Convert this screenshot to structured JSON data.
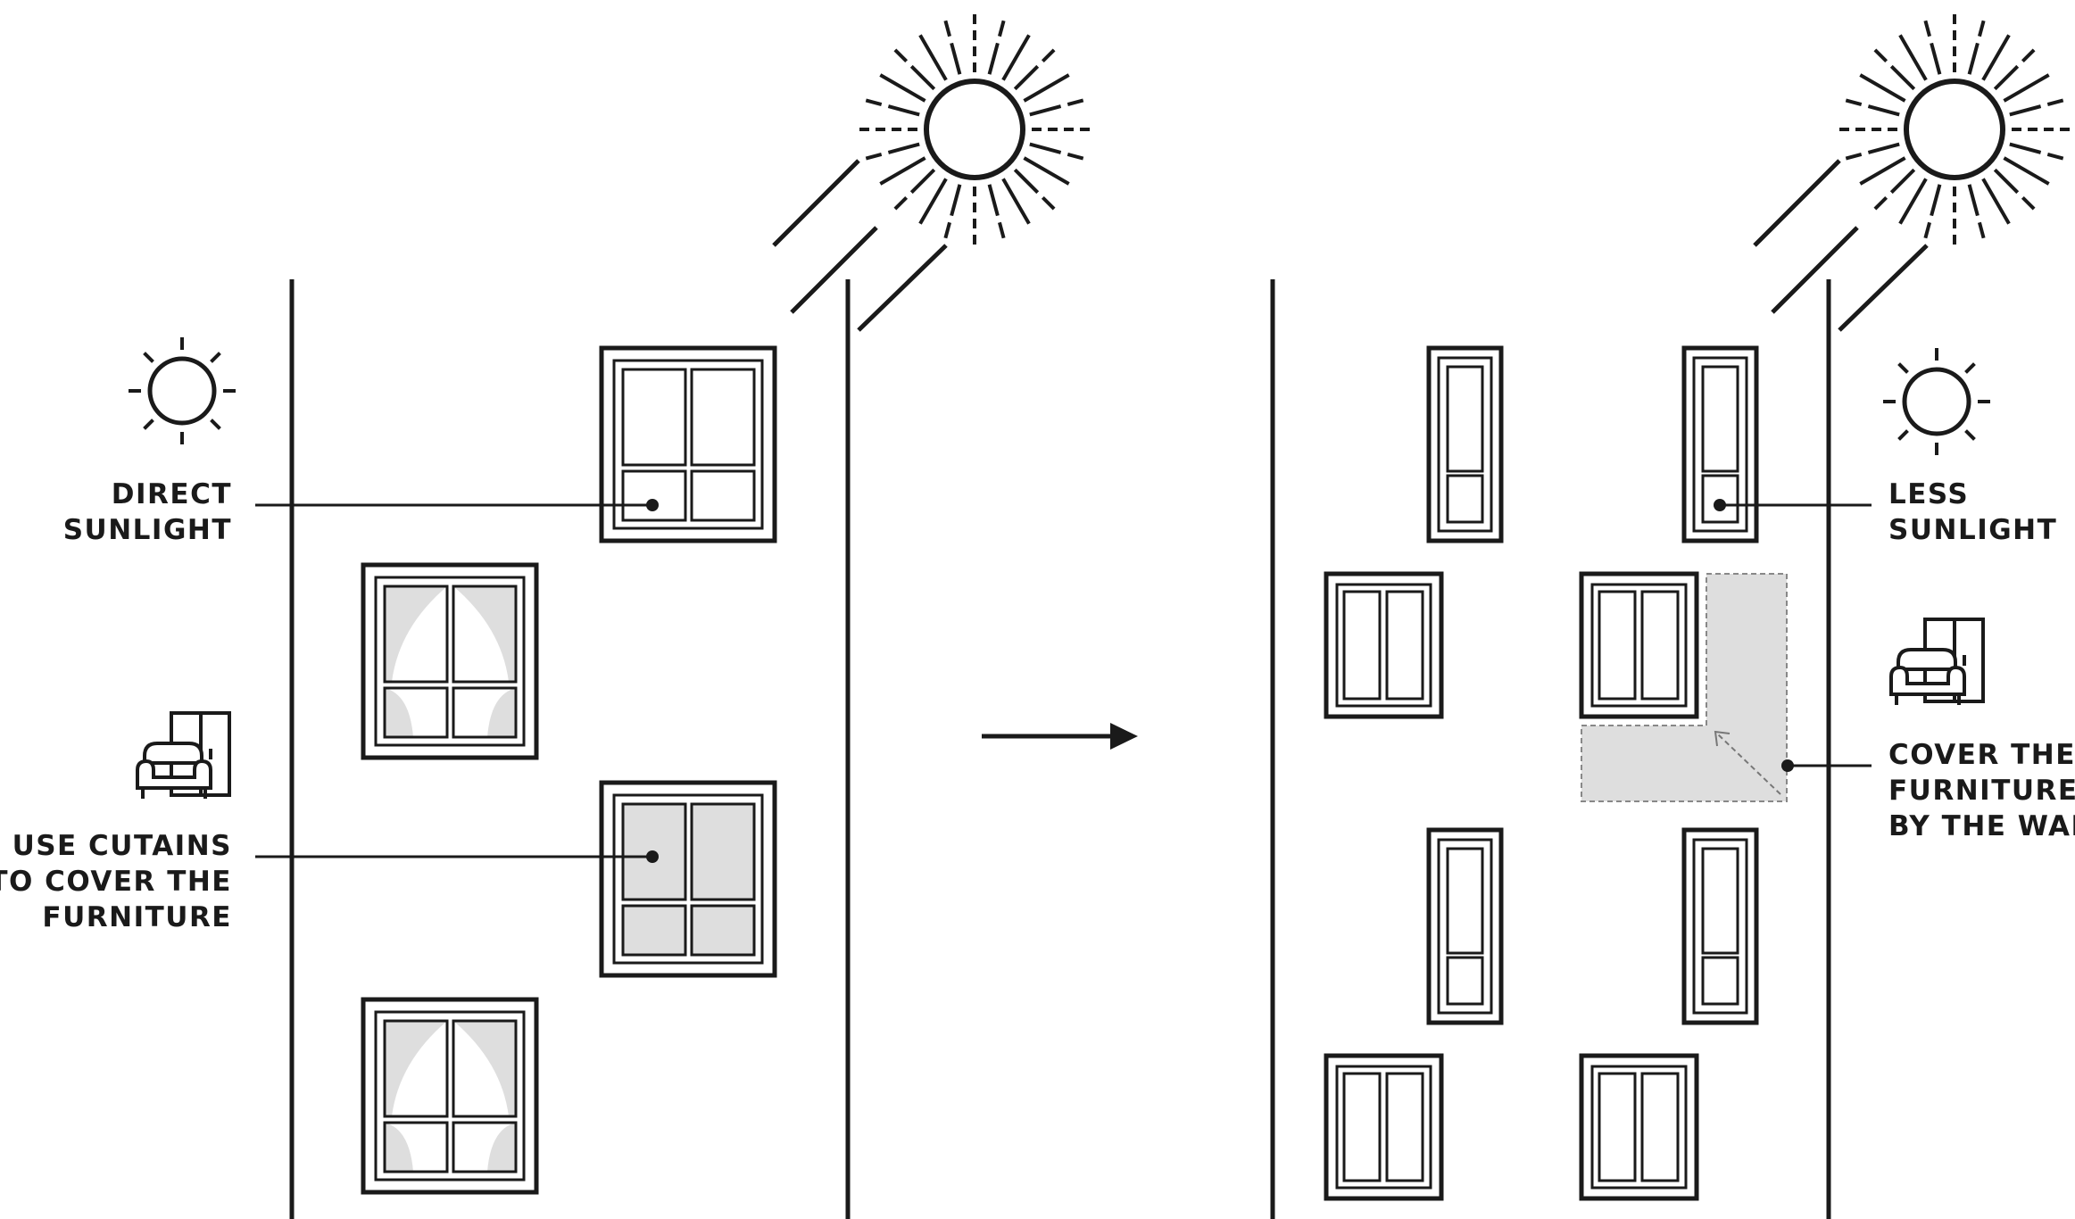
{
  "labels": {
    "direct_sunlight": [
      "DIRECT",
      "SUNLIGHT"
    ],
    "use_curtains": [
      "USE CUTAINS",
      "TO COVER THE",
      "FURNITURE"
    ],
    "less_sunlight": [
      "LESS",
      "SUNLIGHT"
    ],
    "cover_furniture": [
      "COVER THE",
      "FURNITURE",
      "BY THE WALL"
    ]
  },
  "colors": {
    "ink": "#1a1a1a",
    "shade": "#dedede",
    "background": "#ffffff"
  },
  "icons": [
    "sun-icon",
    "sofa-wardrobe-icon",
    "arrow-right-icon"
  ]
}
